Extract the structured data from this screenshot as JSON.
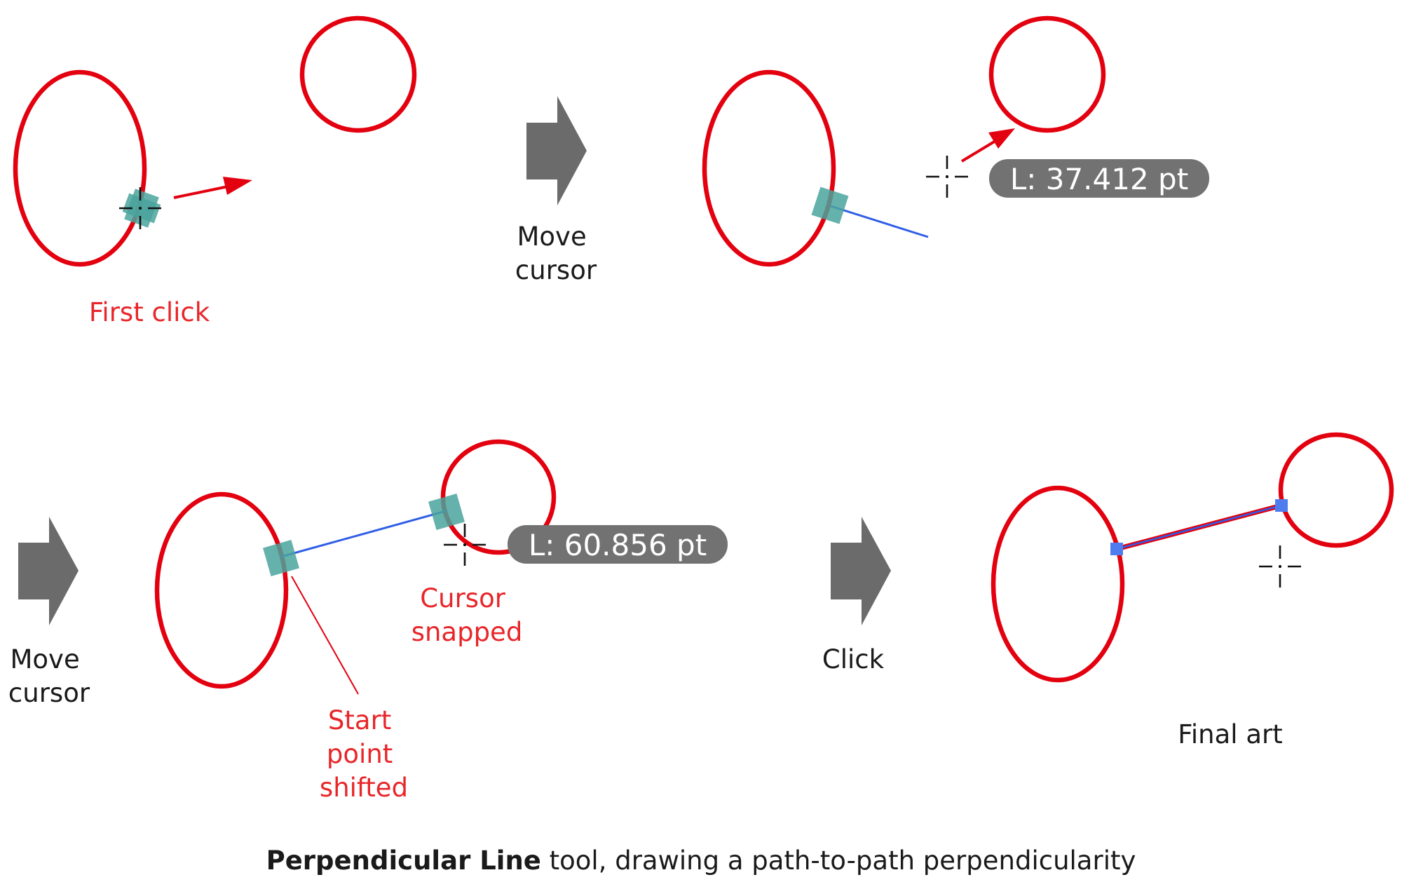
{
  "labels": {
    "first_click": "First click",
    "move_cursor_1": [
      "Move",
      "cursor"
    ],
    "move_cursor_2": [
      "Move",
      "cursor"
    ],
    "cursor_snapped": [
      "Cursor",
      "snapped"
    ],
    "start_point_shifted": [
      "Start",
      "point",
      "shifted"
    ],
    "click": "Click",
    "final_art": "Final art"
  },
  "measurements": {
    "length_1": "L: 37.412 pt",
    "length_2": "L: 60.856 pt"
  },
  "caption": {
    "tool_name": "Perpendicular Line",
    "rest": " tool, drawing a path-to-path perpendicularity"
  },
  "colors": {
    "shape_stroke": "#e3000f",
    "label_red": "#e8262a",
    "snap_handle": "#4aa39c",
    "guide_line": "#2f5ee6",
    "step_arrow": "#6b6b6b",
    "measure_pill": "#727272"
  },
  "icons": [
    "crosshair-cursor-icon",
    "step-arrow-icon",
    "motion-arrow-icon",
    "anchor-point-icon"
  ]
}
